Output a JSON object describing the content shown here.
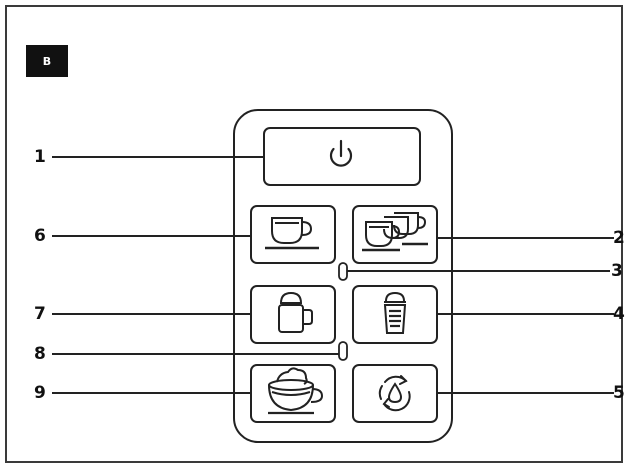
{
  "panel_label": "B",
  "buttons": [
    {
      "id": "power",
      "icon": "power-icon"
    },
    {
      "id": "single-coffee",
      "icon": "single-cup-icon"
    },
    {
      "id": "double-coffee",
      "icon": "double-cup-icon"
    },
    {
      "id": "steam",
      "icon": "milk-jug-icon"
    },
    {
      "id": "water-tank",
      "icon": "water-tank-icon"
    },
    {
      "id": "cappuccino",
      "icon": "cappuccino-cup-icon"
    },
    {
      "id": "descale",
      "icon": "descale-cycle-icon"
    }
  ],
  "callouts": [
    "1",
    "2",
    "3",
    "4",
    "5",
    "6",
    "7",
    "8",
    "9"
  ]
}
